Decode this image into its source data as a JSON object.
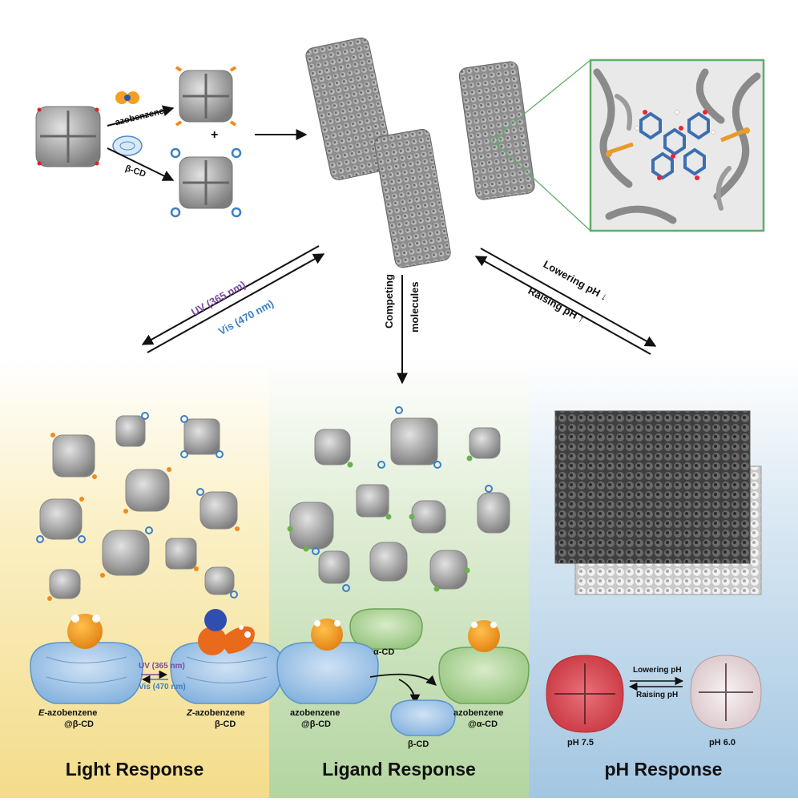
{
  "colors": {
    "uv": "#7a4aa3",
    "vis": "#3b7fc4",
    "protein_gray": "#9a9a9a",
    "azo_orange": "#f08a1c",
    "bcd_blue": "#6fa3d8",
    "acd_green": "#8fc37a",
    "panel_light": "#f6e39a",
    "panel_ligand": "#b9d9a8",
    "panel_ph": "#a8cbe6",
    "inset_border": "#5fae6a"
  },
  "top": {
    "azobenzene_label": "azobenzene",
    "plus": "+",
    "bcd_label": "β-CD"
  },
  "arrows": {
    "uv_label": "UV (365 nm)",
    "vis_label": "Vis (470 nm)",
    "competing_1": "Competing",
    "competing_2": "molecules",
    "lowering_ph": "Lowering pH ↓",
    "raising_ph": "Raising pH ↑"
  },
  "light_panel": {
    "title": "Light Response",
    "uv_small": "UV (365 nm)",
    "vis_small": "Vis (470 nm)",
    "left_label_1_prefix": "E",
    "left_label_1_rest": "-azobenzene",
    "left_label_2": "@β-CD",
    "right_label_1_prefix": "Z",
    "right_label_1_rest": "-azobenzene",
    "right_label_2": "β-CD"
  },
  "ligand_panel": {
    "title": "Ligand Response",
    "acd_label": "α-CD",
    "left_label_1": "azobenzene",
    "left_label_2": "@β-CD",
    "bottom_label": "β-CD",
    "right_label_1": "azobenzene",
    "right_label_2": "@α-CD"
  },
  "ph_panel": {
    "title": "pH Response",
    "lowering": "Lowering pH",
    "raising": "Raising pH",
    "left_ph": "pH 7.5",
    "right_ph": "pH 6.0"
  }
}
